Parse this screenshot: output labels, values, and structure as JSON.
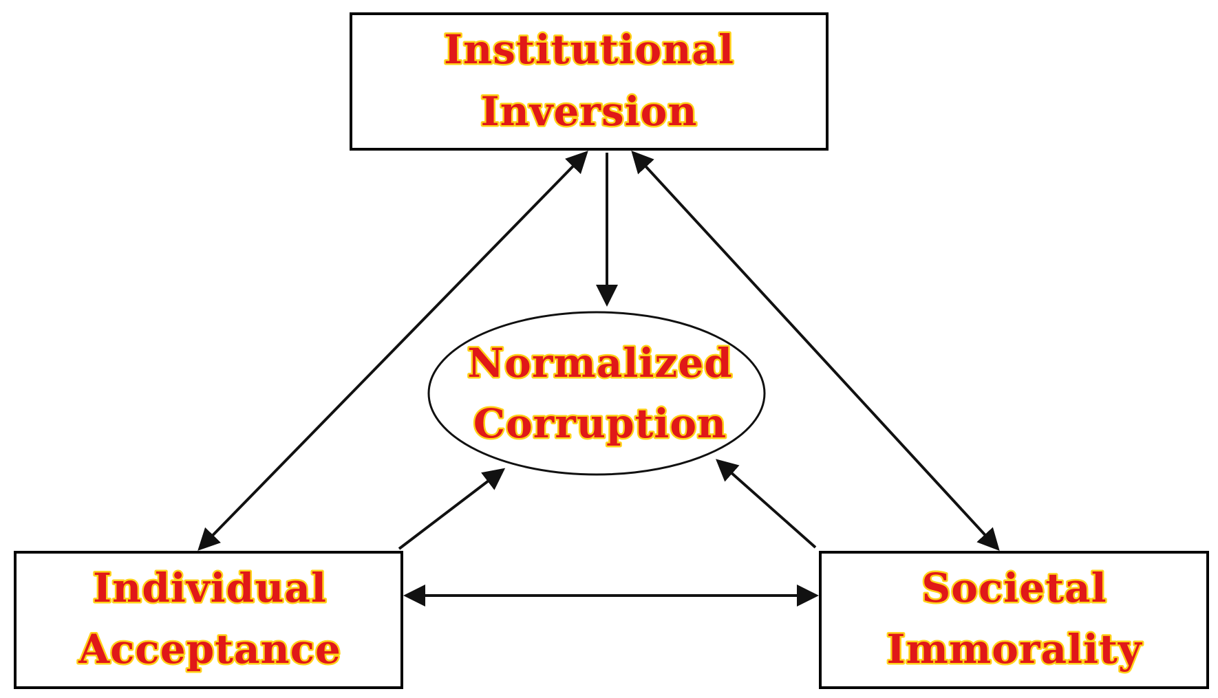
{
  "nodes": {
    "institutional": {
      "line1": "Institutional",
      "line2": "Inversion"
    },
    "normalized": {
      "line1": "Normalized",
      "line2": "Corruption"
    },
    "individual": {
      "line1": "Individual",
      "line2": "Acceptance"
    },
    "societal": {
      "line1": "Societal",
      "line2": "Immorality"
    }
  },
  "colors": {
    "text_fill": "#e01818",
    "text_glow": "#ffd21a",
    "lines": "#111111",
    "box_border": "#000000"
  },
  "connections": [
    {
      "from": "institutional",
      "to": "normalized",
      "direction": "one-way"
    },
    {
      "from": "institutional",
      "to": "individual",
      "direction": "two-way"
    },
    {
      "from": "institutional",
      "to": "societal",
      "direction": "two-way"
    },
    {
      "from": "individual",
      "to": "societal",
      "direction": "two-way"
    },
    {
      "from": "individual",
      "to": "normalized",
      "direction": "one-way"
    },
    {
      "from": "societal",
      "to": "normalized",
      "direction": "one-way"
    }
  ]
}
